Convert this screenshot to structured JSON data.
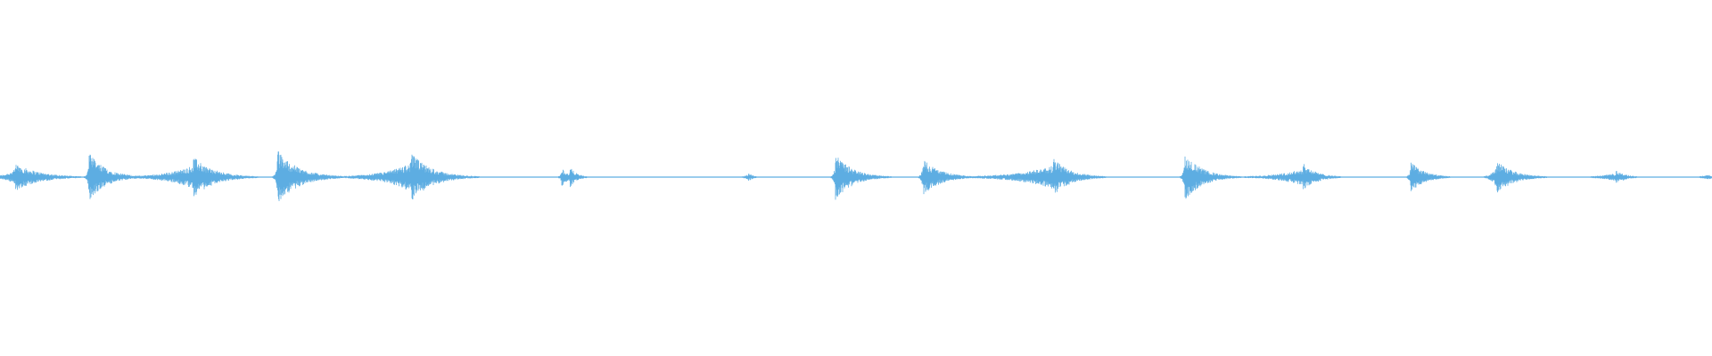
{
  "waveform": {
    "color": "#5dade2",
    "bursts": [
      {
        "time_fraction": 0.009,
        "amplitude": 0.31,
        "decay": 0.014,
        "lead": 0.006
      },
      {
        "time_fraction": 0.052,
        "amplitude": 0.55,
        "decay": 0.01,
        "lead": 0.001
      },
      {
        "time_fraction": 0.113,
        "amplitude": 0.46,
        "decay": 0.012,
        "lead": 0.015
      },
      {
        "time_fraction": 0.162,
        "amplitude": 0.62,
        "decay": 0.012,
        "lead": 0.001
      },
      {
        "time_fraction": 0.24,
        "amplitude": 0.56,
        "decay": 0.012,
        "lead": 0.015
      },
      {
        "time_fraction": 0.328,
        "amplitude": 0.22,
        "decay": 0.004,
        "lead": 0.001
      },
      {
        "time_fraction": 0.333,
        "amplitude": 0.23,
        "decay": 0.004,
        "lead": 0.001
      },
      {
        "time_fraction": 0.437,
        "amplitude": 0.1,
        "decay": 0.003,
        "lead": 0.003
      },
      {
        "time_fraction": 0.488,
        "amplitude": 0.53,
        "decay": 0.01,
        "lead": 0.001
      },
      {
        "time_fraction": 0.539,
        "amplitude": 0.43,
        "decay": 0.01,
        "lead": 0.001
      },
      {
        "time_fraction": 0.615,
        "amplitude": 0.44,
        "decay": 0.01,
        "lead": 0.02
      },
      {
        "time_fraction": 0.692,
        "amplitude": 0.55,
        "decay": 0.01,
        "lead": 0.001
      },
      {
        "time_fraction": 0.761,
        "amplitude": 0.32,
        "decay": 0.008,
        "lead": 0.015
      },
      {
        "time_fraction": 0.824,
        "amplitude": 0.36,
        "decay": 0.008,
        "lead": 0.001
      },
      {
        "time_fraction": 0.874,
        "amplitude": 0.38,
        "decay": 0.01,
        "lead": 0.003
      },
      {
        "time_fraction": 0.944,
        "amplitude": 0.15,
        "decay": 0.006,
        "lead": 0.01
      },
      {
        "time_fraction": 0.997,
        "amplitude": 0.07,
        "decay": 0.004,
        "lead": 0.006
      }
    ]
  }
}
